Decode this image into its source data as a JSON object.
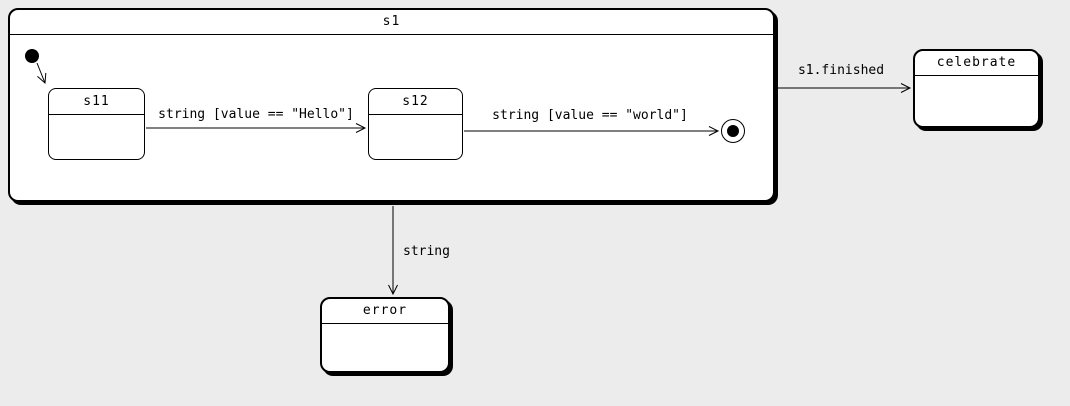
{
  "colors": {
    "background": "#ececec",
    "state_fill": "#ffffff",
    "stroke": "#000000",
    "shadow": "#000000"
  },
  "states": {
    "s1": {
      "label": "s1",
      "type": "composite"
    },
    "s11": {
      "label": "s11",
      "type": "simple"
    },
    "s12": {
      "label": "s12",
      "type": "simple"
    },
    "celebrate": {
      "label": "celebrate",
      "type": "simple"
    },
    "error": {
      "label": "error",
      "type": "simple"
    }
  },
  "markers": {
    "initial": "initial-state-dot",
    "final": "final-state-bullseye"
  },
  "transitions": {
    "initial_to_s11": {
      "label": ""
    },
    "s11_to_s12": {
      "label": "string [value == \"Hello\"]"
    },
    "s12_to_final": {
      "label": "string [value == \"world\"]"
    },
    "s1_to_celebrate": {
      "label": "s1.finished"
    },
    "s1_to_error": {
      "label": "string"
    }
  }
}
